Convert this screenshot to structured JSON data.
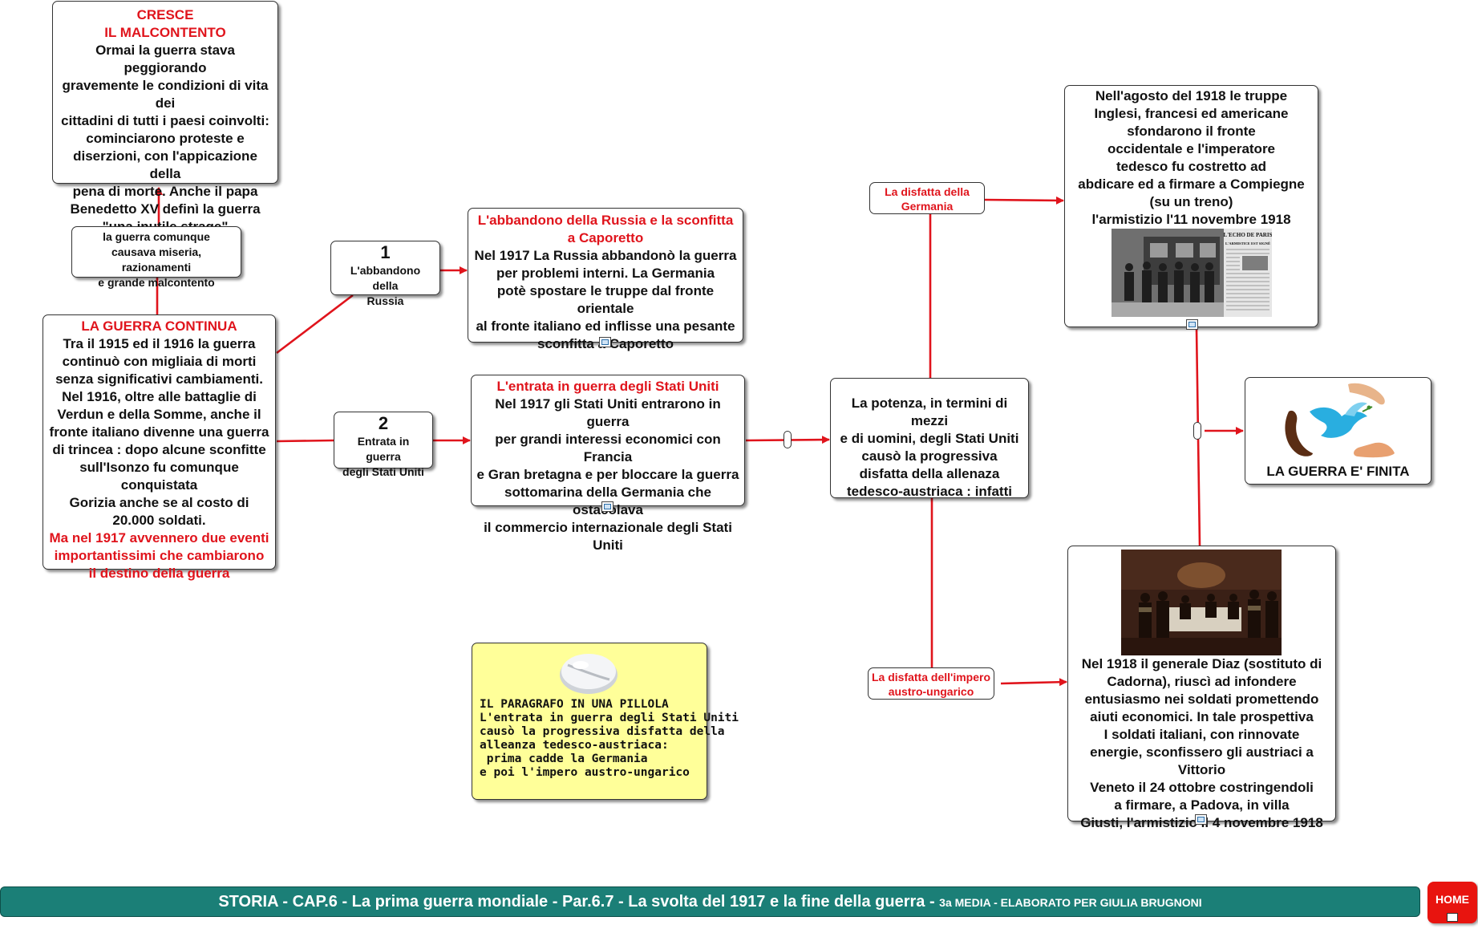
{
  "malcontento": {
    "title": [
      "CRESCE",
      "IL MALCONTENTO"
    ],
    "lines": [
      "Ormai la guerra stava peggiorando",
      "gravemente le condizioni di vita dei",
      "cittadini di tutti i paesi coinvolti:",
      "cominciarono proteste e",
      "diserzioni, con l'appicazione della",
      "pena di morte. Anche il papa",
      "Benedetto XV definì la guerra",
      "\"una inutile strage\""
    ]
  },
  "miseria": {
    "lines": [
      "la guerra comunque",
      "causava miseria, razionamenti",
      "e grande malcontento"
    ]
  },
  "continua": {
    "title": "LA GUERRA CONTINUA",
    "lines": [
      "Tra il 1915 ed il 1916 la guerra",
      "continuò con migliaia di morti",
      "senza significativi cambiamenti.",
      "Nel 1916, oltre alle battaglie di",
      "Verdun e della Somme, anche il",
      "fronte italiano divenne una guerra",
      "di trincea : dopo alcune  sconfitte",
      "sull'Isonzo fu comunque conquistata",
      "Gorizia anche se al costo di",
      "20.000 soldati."
    ],
    "red_lines": [
      "Ma nel 1917 avvennero due eventi",
      "importantissimi che cambiarono",
      "il destino della guerra"
    ]
  },
  "event1": {
    "number": "1",
    "lines": [
      "L'abbandono della",
      "Russia"
    ]
  },
  "event2": {
    "number": "2",
    "lines": [
      "Entrata in guerra",
      "degli Stati Uniti"
    ]
  },
  "russia": {
    "title": [
      "L'abbandono della Russia e la sconfitta",
      "a Caporetto"
    ],
    "lines": [
      "Nel 1917 La Russia abbandonò la guerra",
      "per problemi interni. La Germania",
      "potè spostare le truppe dal fronte orientale",
      "al fronte italiano ed inflisse una pesante",
      "sconfitta a Caporetto"
    ]
  },
  "usa": {
    "title": "L'entrata in guerra degli Stati Uniti",
    "lines": [
      "Nel 1917 gli Stati Uniti entrarono in guerra",
      "per grandi interessi economici con Francia",
      "e Gran bretagna e per bloccare la guerra",
      "sottomarina della Germania che ostacolava",
      "il commercio internazionale degli Stati",
      "Uniti"
    ]
  },
  "potenza": {
    "lines": [
      "La potenza,  in termini di mezzi",
      "e  di uomini, degli Stati Uniti",
      "causò la progressiva",
      "disfatta della allenaza",
      "tedesco-austriaca : infatti"
    ]
  },
  "germania_label": {
    "lines": [
      "La disfatta della",
      "Germania"
    ]
  },
  "austria_label": {
    "lines": [
      "La disfatta dell'impero",
      "austro-ungarico"
    ]
  },
  "armistizio_germania": {
    "lines": [
      "Nell'agosto del 1918 le truppe",
      "Inglesi, francesi ed  americane",
      "sfondarono il fronte",
      "occidentale e l'imperatore",
      "tedesco fu costretto ad",
      "abdicare ed a firmare a Compiegne",
      "(su un treno)",
      "l'armistizio l'11 novembre 1918"
    ],
    "newspaper_masthead": "L'ECHO DE PARIS",
    "newspaper_headline": "L'ARMISTICE EST SIGNÉ"
  },
  "armistizio_austria": {
    "lines": [
      "Nel 1918 il generale Diaz (sostituto di",
      "Cadorna), riuscì ad infondere",
      "entusiasmo nei soldati promettendo",
      "aiuti economici. In tale prospettiva",
      "I soldati italiani, con rinnovate",
      "energie, sconfissero gli austriaci a Vittorio",
      "Veneto il 24 ottobre costringendoli",
      "a firmare, a Padova, in villa",
      "Giusti,  l'armistizio il 4 novembre 1918"
    ]
  },
  "fine": {
    "label": "LA GUERRA E' FINITA"
  },
  "pillola": {
    "lines": [
      "IL PARAGRAFO IN UNA PILLOLA",
      "L'entrata in guerra degli Stati Uniti",
      "causò la progressiva disfatta della",
      "alleanza tedesco-austriaca:",
      " prima cadde la Germania",
      "e poi l'impero austro-ungarico"
    ]
  },
  "footer": {
    "main": "STORIA - CAP.6 - La prima guerra mondiale - Par.6.7 - La svolta del 1917 e la fine della guerra - ",
    "sub": "3a MEDIA - ELABORATO  PER GIULIA BRUGNONI"
  },
  "home": {
    "label": "HOME"
  },
  "colors": {
    "edge": "#e0141c",
    "title_red": "#e0141c",
    "footer_bg": "#1b7f77",
    "pill_bg": "#ffff99",
    "home_bg": "#e8140f"
  },
  "icons": [
    "note-icon",
    "pill-icon",
    "dove-hands-icon",
    "home-icon"
  ]
}
